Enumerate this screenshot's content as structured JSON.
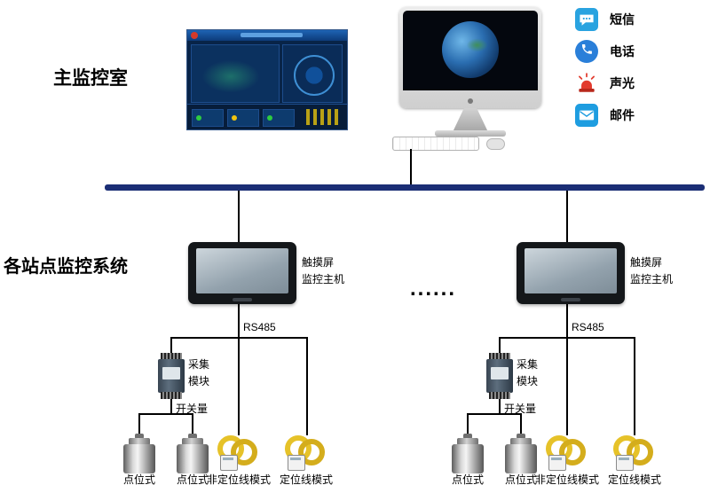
{
  "colors": {
    "bus_line": "#1b2e75",
    "connector_line": "#000000",
    "sms_icon_blue": "#29a3e0",
    "phone_icon_blue": "#2a7fd9",
    "alarm_icon_red": "#e23b2e",
    "mail_icon_blue": "#1e9de0",
    "cable_coil_yellow": "#e6c229"
  },
  "main_room": {
    "label": "主监控室"
  },
  "alerts": [
    {
      "label": "短信",
      "icon": "sms-icon"
    },
    {
      "label": "电话",
      "icon": "phone-icon"
    },
    {
      "label": "声光",
      "icon": "sound-light-alarm-icon"
    },
    {
      "label": "邮件",
      "icon": "mail-icon"
    }
  ],
  "site_systems": {
    "label": "各站点监控系统",
    "ellipsis": "......"
  },
  "stations": [
    {
      "panel_label_line1": "触摸屏",
      "panel_label_line2": "监控主机",
      "rs485_label": "RS485",
      "module_label_line1": "采集",
      "module_label_line2": "模块",
      "switch_label": "开关量",
      "sensor_labels": [
        "点位式",
        "点位式",
        "非定位线模式",
        "定位线模式"
      ]
    },
    {
      "panel_label_line1": "触摸屏",
      "panel_label_line2": "监控主机",
      "rs485_label": "RS485",
      "module_label_line1": "采集",
      "module_label_line2": "模块",
      "switch_label": "开关量",
      "sensor_labels": [
        "点位式",
        "点位式",
        "非定位线模式",
        "定位线模式"
      ]
    }
  ]
}
